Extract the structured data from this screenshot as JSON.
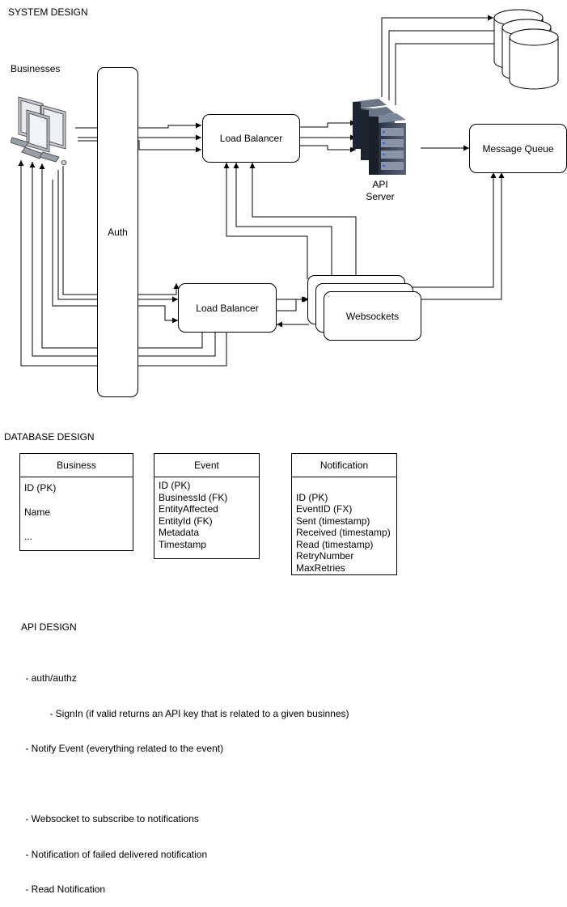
{
  "system_design": {
    "title": "SYSTEM DESIGN",
    "businesses_label": "Businesses",
    "auth_label": "Auth",
    "load_balancer_top_label": "Load Balancer",
    "load_balancer_bottom_label": "Load Balancer",
    "api_server_label": "API\nServer",
    "message_queue_label": "Message Queue",
    "websockets_label": "Websockets",
    "icons": [
      "computer-workstations-icon",
      "server-rack-icon",
      "database-cylinder-icon"
    ]
  },
  "database_design": {
    "title": "DATABASE DESIGN",
    "tables": [
      {
        "name": "Business",
        "fields": [
          "ID (PK)",
          "",
          "Name",
          "",
          "..."
        ]
      },
      {
        "name": "Event",
        "fields": [
          "ID (PK)",
          "BusinessId (FK)",
          "EntityAffected",
          "EntityId (FK)",
          "Metadata",
          "Timestamp"
        ]
      },
      {
        "name": "Notification",
        "fields": [
          "",
          "ID (PK)",
          "EventID (FX)",
          "Sent (timestamp)",
          "Received (timestamp)",
          "Read (timestamp)",
          "RetryNumber",
          "MaxRetries"
        ]
      }
    ]
  },
  "api_design": {
    "title": "API DESIGN",
    "lines": [
      " - auth/authz",
      "          - SignIn (if valid returns an API key that is related to a given businnes)",
      " - Notify Event (everything related to the event)",
      "",
      " - Websocket to subscribe to notifications",
      " - Notification of failed delivered notification",
      " - Read Notification"
    ]
  }
}
